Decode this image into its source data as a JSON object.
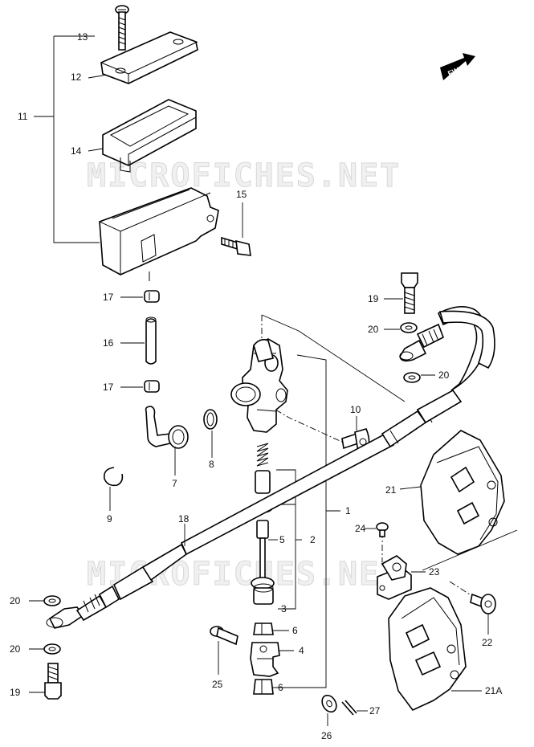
{
  "watermark": "MICROFICHES.NET",
  "direction_badge": "FWD",
  "labels": {
    "l1": "1",
    "l2": "2",
    "l3": "3",
    "l4": "4",
    "l5": "5",
    "l6a": "6",
    "l6b": "6",
    "l7": "7",
    "l8": "8",
    "l9": "9",
    "l10": "10",
    "l11": "11",
    "l12": "12",
    "l13": "13",
    "l14": "14",
    "l15": "15",
    "l16": "16",
    "l17a": "17",
    "l17b": "17",
    "l18": "18",
    "l19a": "19",
    "l19b": "19",
    "l20a": "20",
    "l20b": "20",
    "l20c": "20",
    "l20d": "20",
    "l21": "21",
    "l21A": "21A",
    "l22": "22",
    "l23": "23",
    "l24": "24",
    "l25": "25",
    "l26": "26",
    "l27": "27"
  }
}
